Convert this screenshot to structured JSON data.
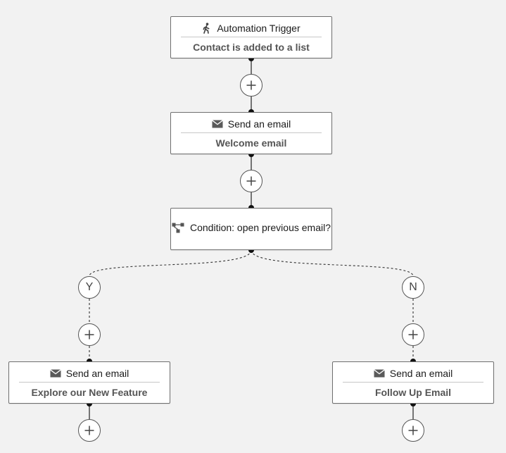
{
  "colors": {
    "background": "#f2f2f2",
    "node_border": "#6f6f6f",
    "connector": "#222222",
    "icon": "#555555"
  },
  "trigger": {
    "icon": "person-walking-icon",
    "title": "Automation Trigger",
    "subtitle": "Contact is added to a list"
  },
  "welcome_step": {
    "icon": "envelope-icon",
    "title": "Send an email",
    "subtitle": "Welcome email"
  },
  "condition": {
    "icon": "branch-condition-icon",
    "title": "Condition: open previous email?"
  },
  "branches": {
    "yes_label": "Y",
    "no_label": "N"
  },
  "yes_step": {
    "icon": "envelope-icon",
    "title": "Send an email",
    "subtitle": "Explore our New Feature"
  },
  "no_step": {
    "icon": "envelope-icon",
    "title": "Send an email",
    "subtitle": "Follow Up Email"
  },
  "add_step": {
    "icon": "plus-icon"
  }
}
